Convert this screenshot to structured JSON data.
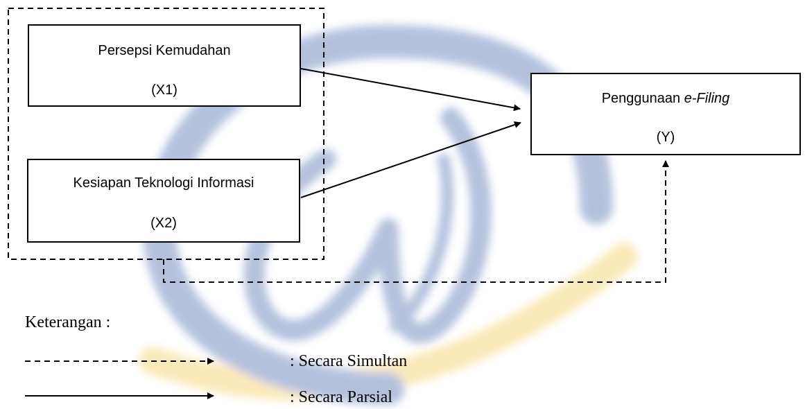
{
  "nodes": {
    "x1": {
      "title": "Persepsi Kemudahan",
      "code": "(X1)"
    },
    "x2": {
      "title": "Kesiapan Teknologi Informasi",
      "code": "(X2)"
    },
    "y": {
      "title_plain": "Penggunaan ",
      "title_italic": "e-Filing",
      "code": "(Y)"
    }
  },
  "legend": {
    "title": "Keterangan :",
    "dashed_label": ": Secara Simultan",
    "solid_label": ": Secara Parsial"
  },
  "colors": {
    "line": "#000000",
    "watermark_blue": "#3d5fa8",
    "watermark_gold": "#f2c94c"
  },
  "edges": [
    {
      "from": "x1",
      "to": "y",
      "style": "solid",
      "meaning": "parsial"
    },
    {
      "from": "x2",
      "to": "y",
      "style": "solid",
      "meaning": "parsial"
    },
    {
      "from": "x1+x2",
      "to": "y",
      "style": "dashed",
      "meaning": "simultan"
    }
  ]
}
